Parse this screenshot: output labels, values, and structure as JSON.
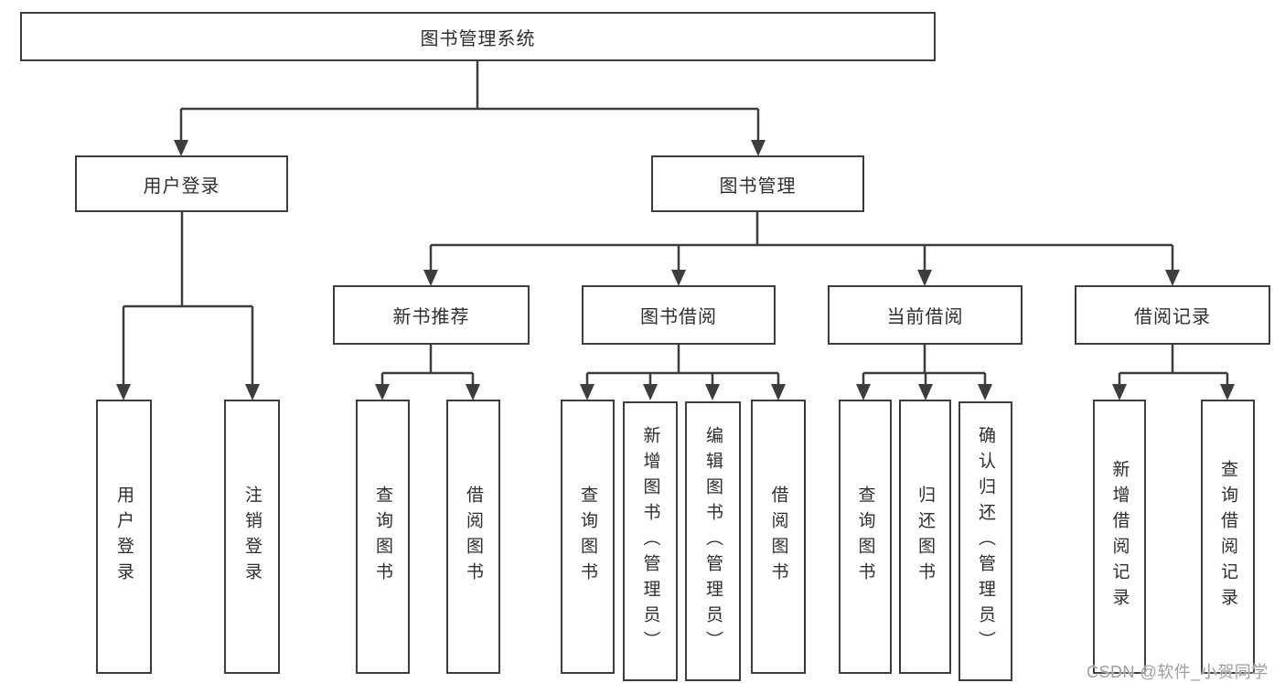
{
  "diagram_type": "hierarchy-tree",
  "colors": {
    "line": "#3d3d3d",
    "text": "#2e2e2e",
    "background": "#ffffff",
    "watermark": "#9e9e9e"
  },
  "tree": {
    "label": "图书管理系统",
    "children": [
      {
        "label": "用户登录",
        "children": [
          {
            "label": "用户登录"
          },
          {
            "label": "注销登录"
          }
        ]
      },
      {
        "label": "图书管理",
        "children": [
          {
            "label": "新书推荐",
            "children": [
              {
                "label": "查询图书"
              },
              {
                "label": "借阅图书"
              }
            ]
          },
          {
            "label": "图书借阅",
            "children": [
              {
                "label": "查询图书"
              },
              {
                "label": "新增图书（管理员）"
              },
              {
                "label": "编辑图书（管理员）"
              },
              {
                "label": "借阅图书"
              }
            ]
          },
          {
            "label": "当前借阅",
            "children": [
              {
                "label": "查询图书"
              },
              {
                "label": "归还图书"
              },
              {
                "label": "确认归还（管理员）"
              }
            ]
          },
          {
            "label": "借阅记录",
            "children": [
              {
                "label": "新增借阅记录"
              },
              {
                "label": "查询借阅记录"
              }
            ]
          }
        ]
      }
    ]
  },
  "watermark": {
    "text": "CSDN @软件_小贺同学"
  }
}
